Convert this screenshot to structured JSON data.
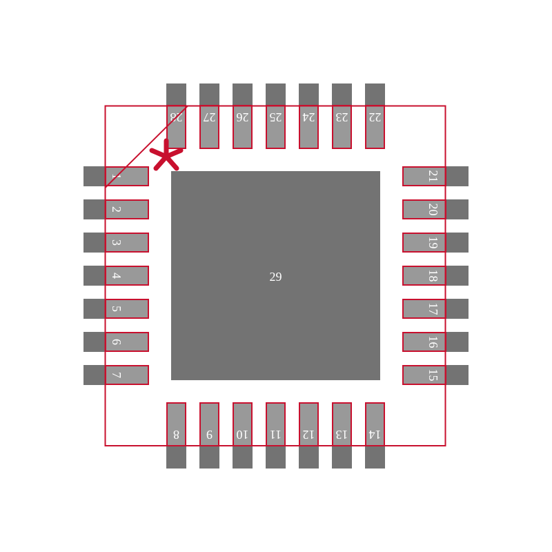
{
  "footprint": {
    "pins_left": [
      "1",
      "2",
      "3",
      "4",
      "5",
      "6",
      "7"
    ],
    "pins_bottom": [
      "8",
      "9",
      "10",
      "11",
      "12",
      "13",
      "14"
    ],
    "pins_right": [
      "15",
      "16",
      "17",
      "18",
      "19",
      "20",
      "21"
    ],
    "pins_top": [
      "22",
      "23",
      "24",
      "25",
      "26",
      "27",
      "28"
    ],
    "thermal_pad": "29",
    "pin1_marker": "*"
  },
  "colors": {
    "pad_outer": "#737373",
    "pad_inner": "#999999",
    "outline": "#c8102e",
    "background": "#ffffff"
  }
}
